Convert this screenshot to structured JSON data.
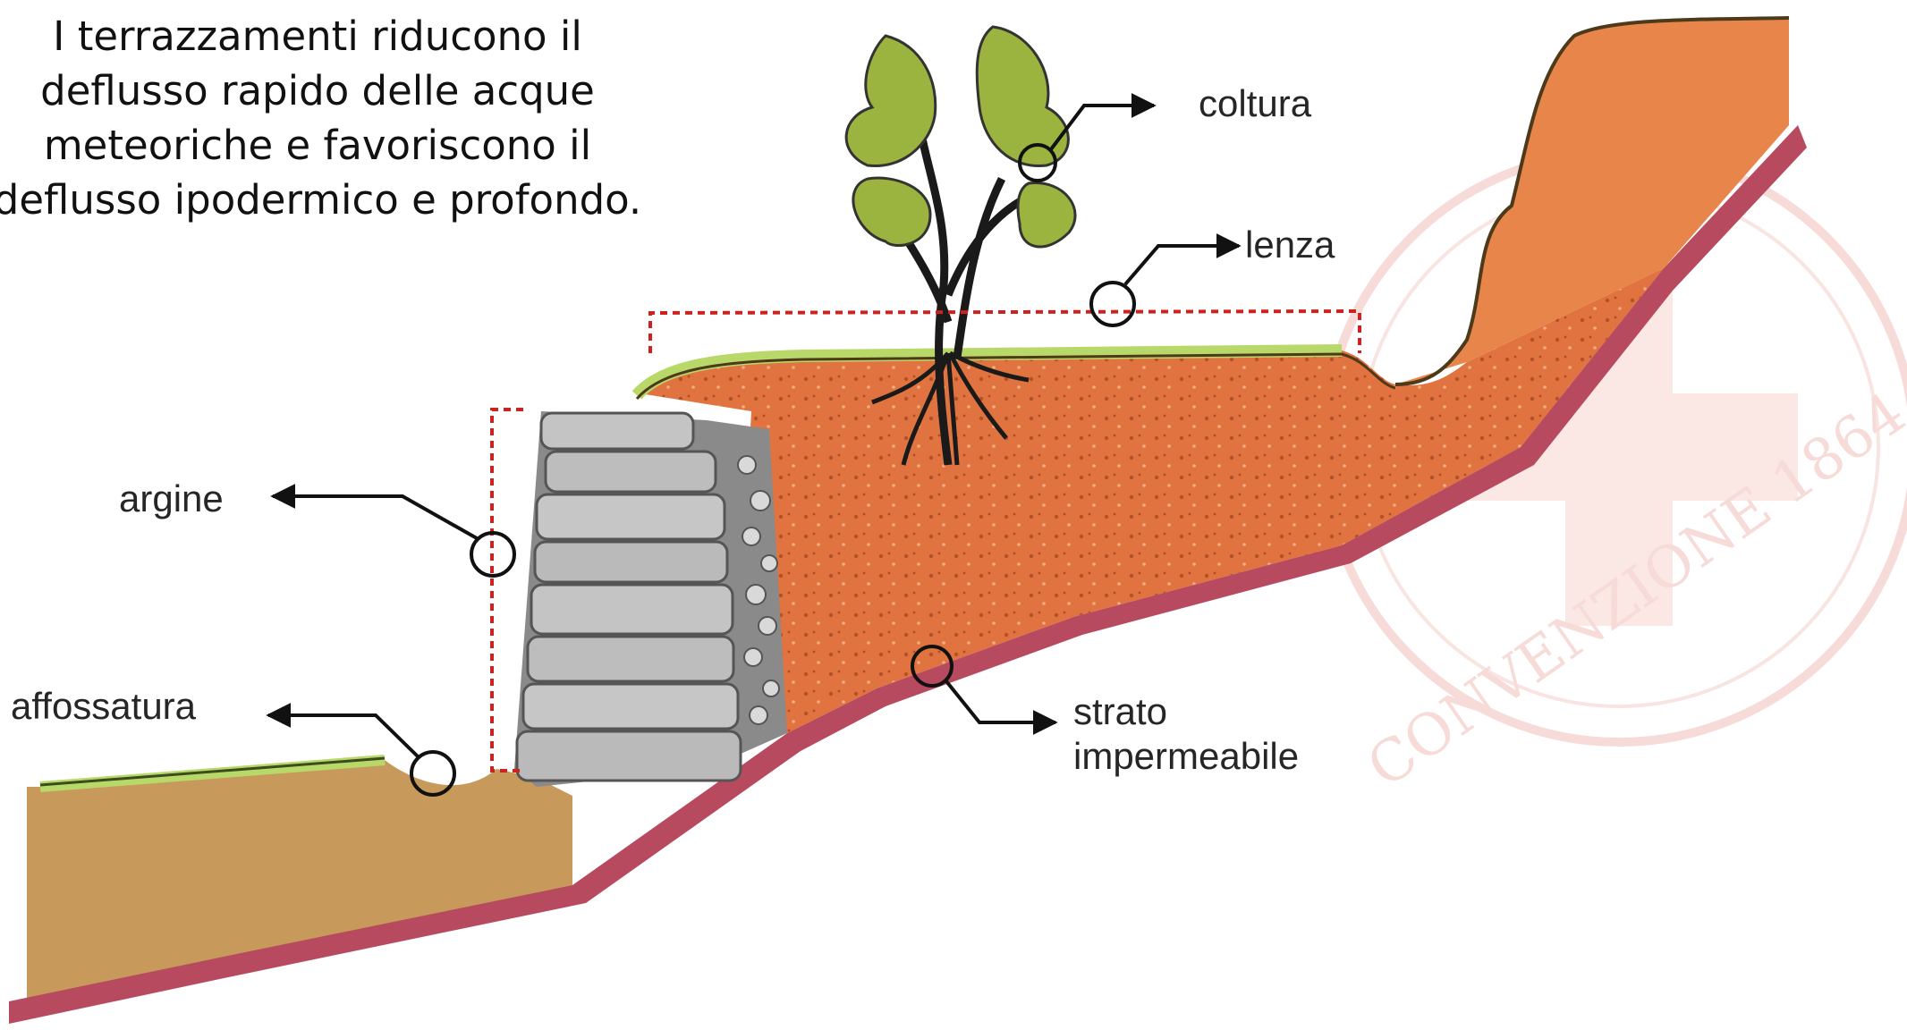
{
  "intro_text": "I terrazzamenti riducono il deflusso rapido delle acque meteoriche e favoriscono il deflusso ipodermico e profondo.",
  "labels": {
    "coltura": "coltura",
    "lenza": "lenza",
    "argine": "argine",
    "affossatura": "affossatura",
    "strato_line1": "strato",
    "strato_line2": "impermeabile"
  },
  "watermark_text": "CONVENZIONE 1864",
  "colors": {
    "soil_orange": "#e0733f",
    "upper_soil": "#e8854b",
    "lower_soil": "#c79a5c",
    "impermeable_layer": "#b84a60",
    "grass": "#b9d86a",
    "stone": "#bdbdbd",
    "leaf": "#9bb43f",
    "dashed_line": "#cc2222",
    "watermark": "#f6d8d4"
  }
}
